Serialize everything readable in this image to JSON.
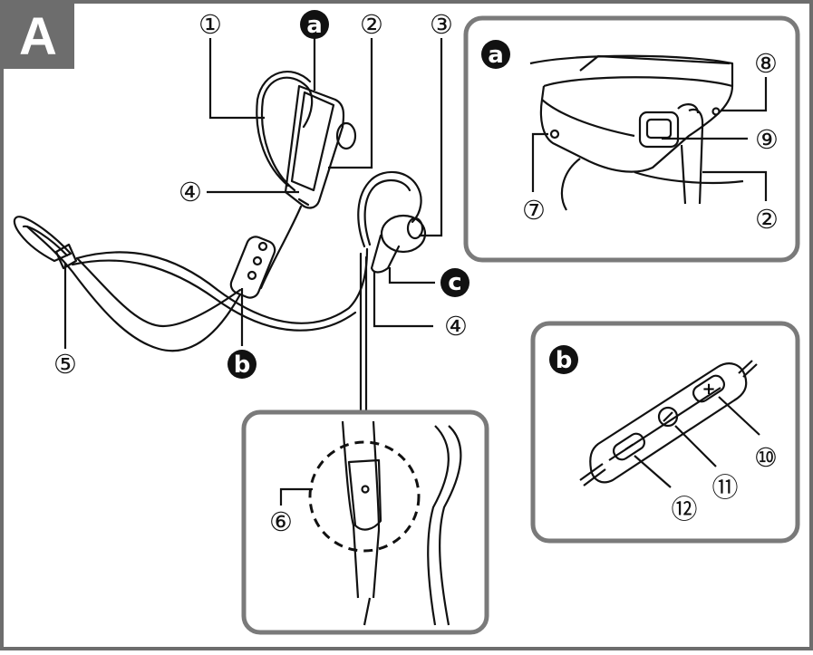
{
  "figure": {
    "panel_label": "A",
    "badges": {
      "a": "a",
      "b": "b",
      "c": "c"
    },
    "callouts": {
      "n1": "①",
      "n2": "②",
      "n3": "③",
      "n4": "④",
      "n5": "⑤",
      "n6": "⑥",
      "n7": "⑦",
      "n8": "⑧",
      "n9": "⑨",
      "n10": "⑩",
      "n11": "⑪",
      "n12": "⑫"
    },
    "remote_symbols": {
      "plus": "+",
      "minus": "−"
    },
    "colors": {
      "frame": "#6d6d6d",
      "line": "#111111",
      "badge": "#111111",
      "panel_border": "#7a7a7a"
    }
  }
}
